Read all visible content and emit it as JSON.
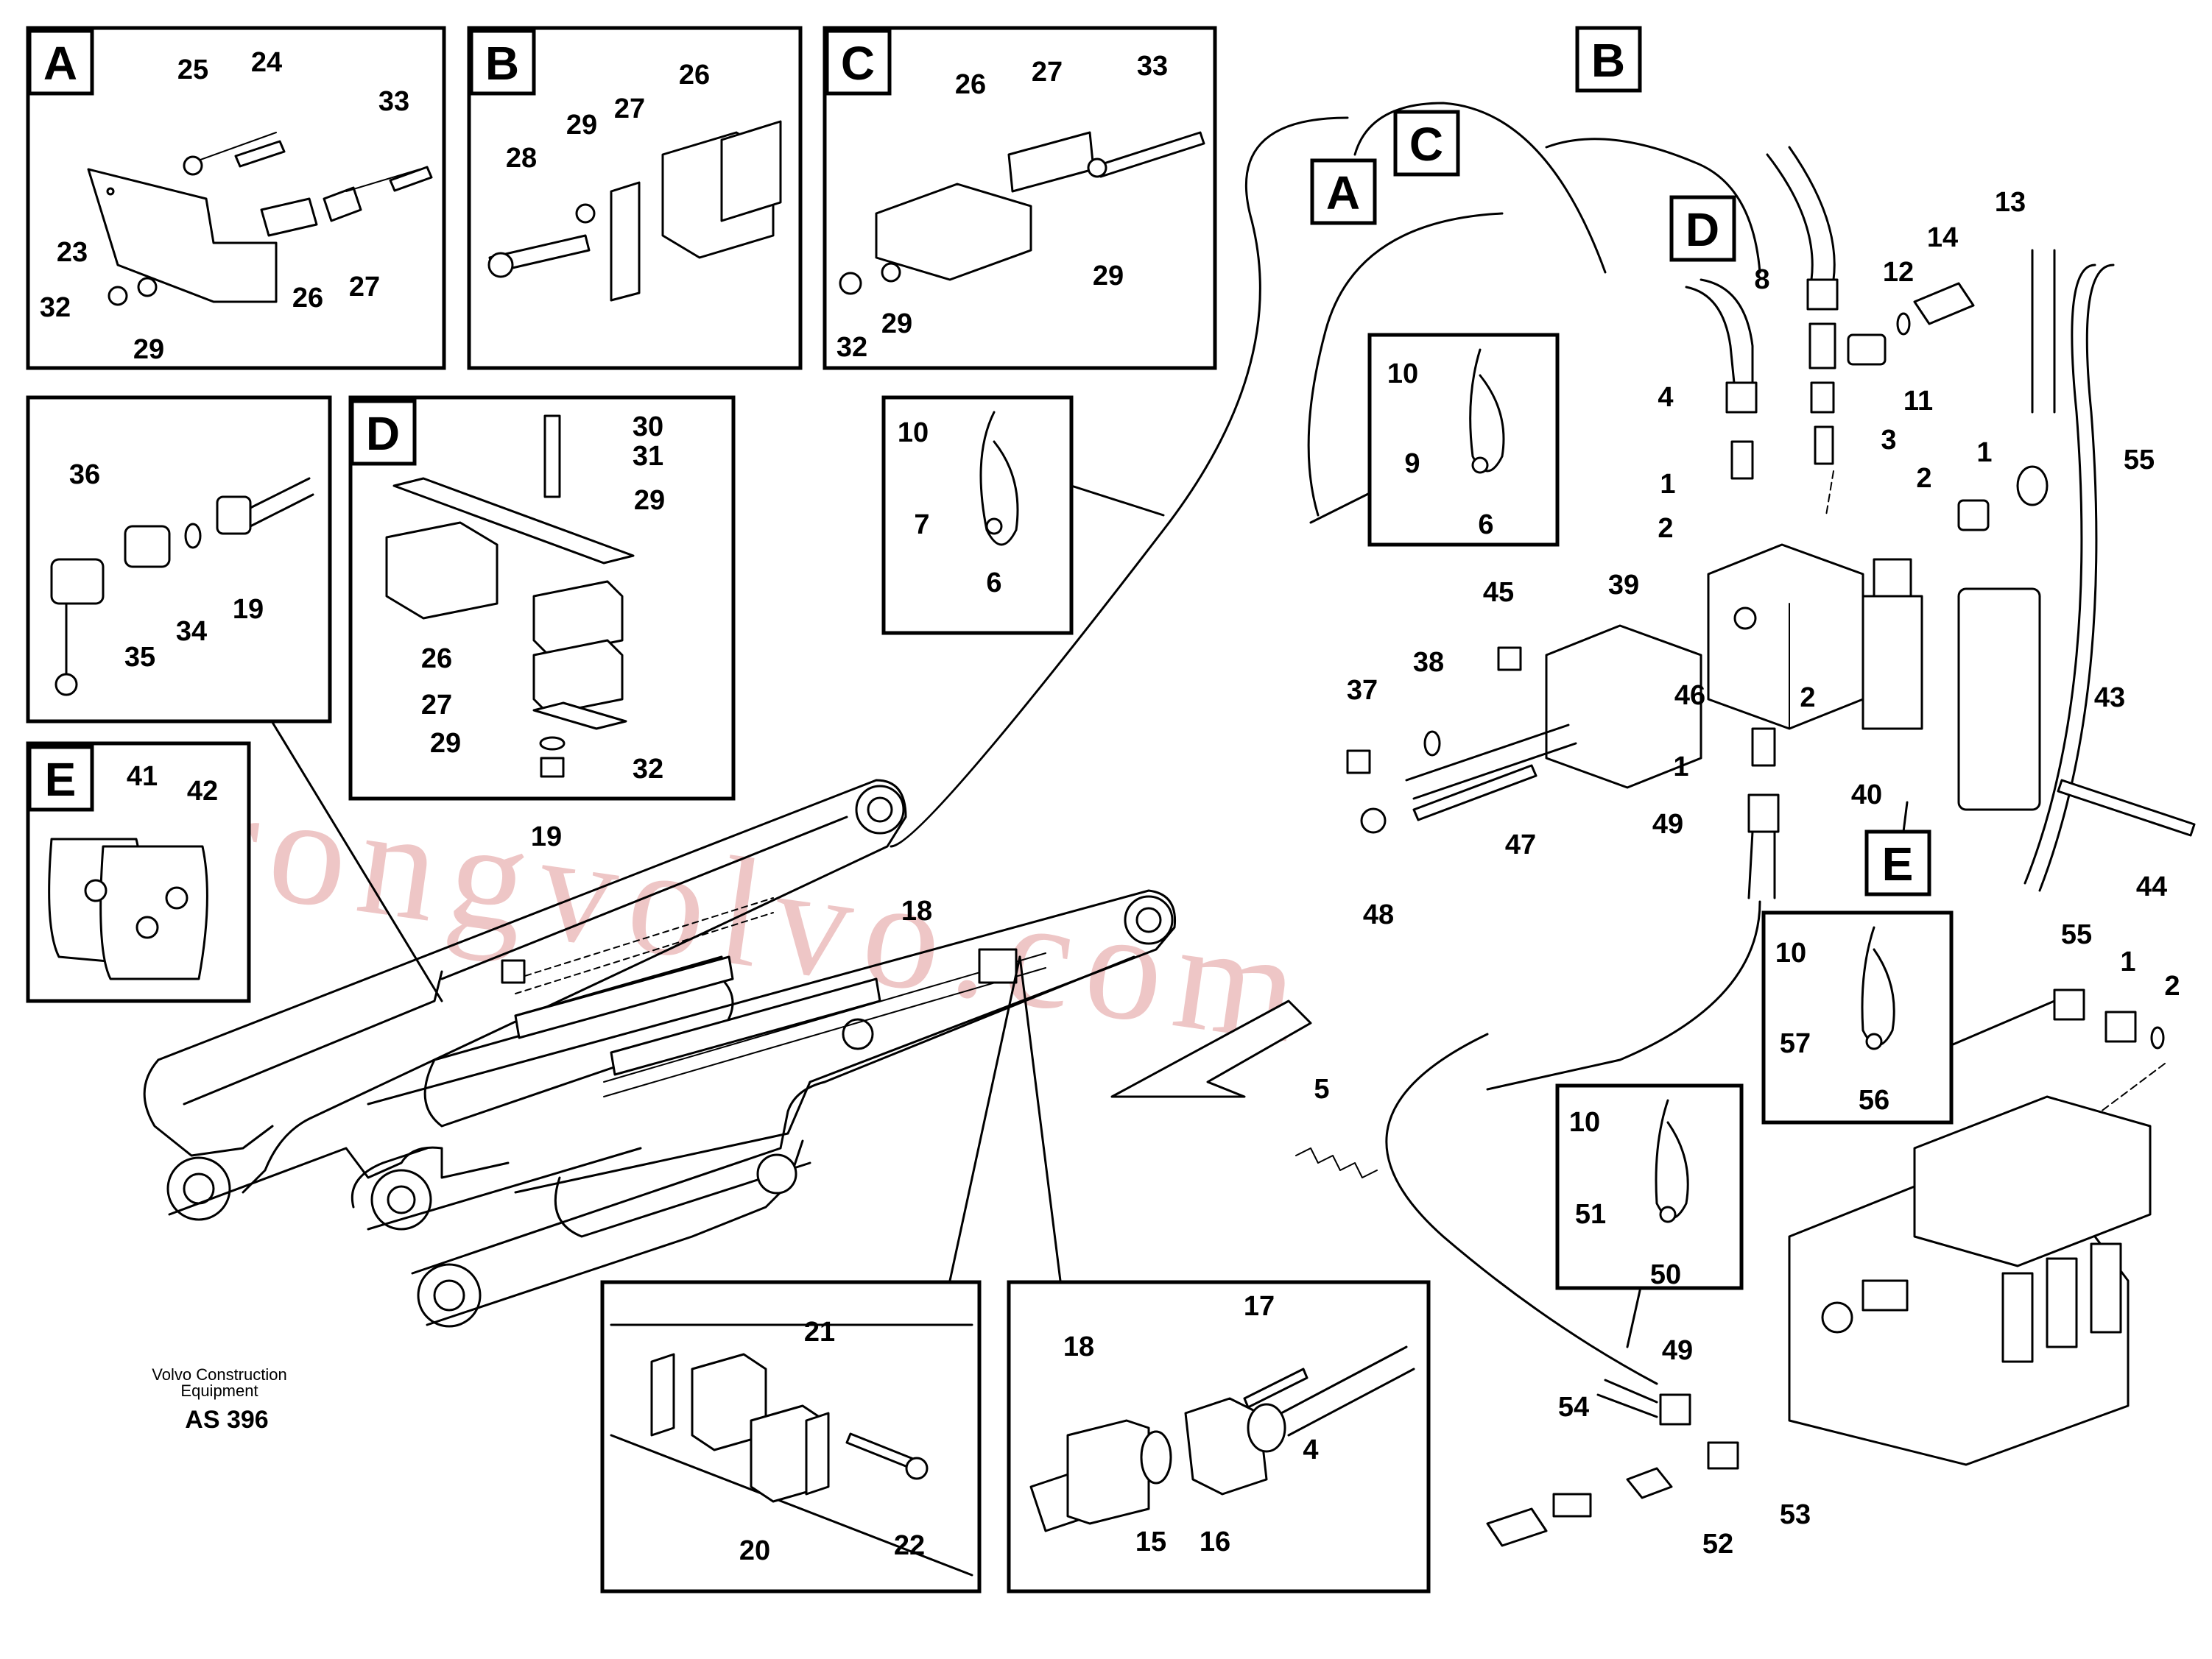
{
  "diagram": {
    "caption_line1": "Volvo Construction",
    "caption_line2": "Equipment",
    "code": "AS 396",
    "watermark": "strongvolvo.com"
  },
  "detail_tags": [
    "A",
    "B",
    "C",
    "D",
    "E"
  ],
  "labels": {
    "n1": "1",
    "n2": "2",
    "n3": "3",
    "n4": "4",
    "n5": "5",
    "n6": "6",
    "n7": "7",
    "n8": "8",
    "n9": "9",
    "n10": "10",
    "n11": "11",
    "n12": "12",
    "n13": "13",
    "n14": "14",
    "n15": "15",
    "n16": "16",
    "n17": "17",
    "n18": "18",
    "n19": "19",
    "n20": "20",
    "n21": "21",
    "n22": "22",
    "n23": "23",
    "n24": "24",
    "n25": "25",
    "n26": "26",
    "n27": "27",
    "n28": "28",
    "n29": "29",
    "n30": "30",
    "n31": "31",
    "n32": "32",
    "n33": "33",
    "n34": "34",
    "n35": "35",
    "n36": "36",
    "n37": "37",
    "n38": "38",
    "n39": "39",
    "n40": "40",
    "n41": "41",
    "n42": "42",
    "n43": "43",
    "n44": "44",
    "n45": "45",
    "n46": "46",
    "n47": "47",
    "n48": "48",
    "n49": "49",
    "n50": "50",
    "n51": "51",
    "n52": "52",
    "n53": "53",
    "n54": "54",
    "n55": "55",
    "n56": "56",
    "n57": "57"
  }
}
